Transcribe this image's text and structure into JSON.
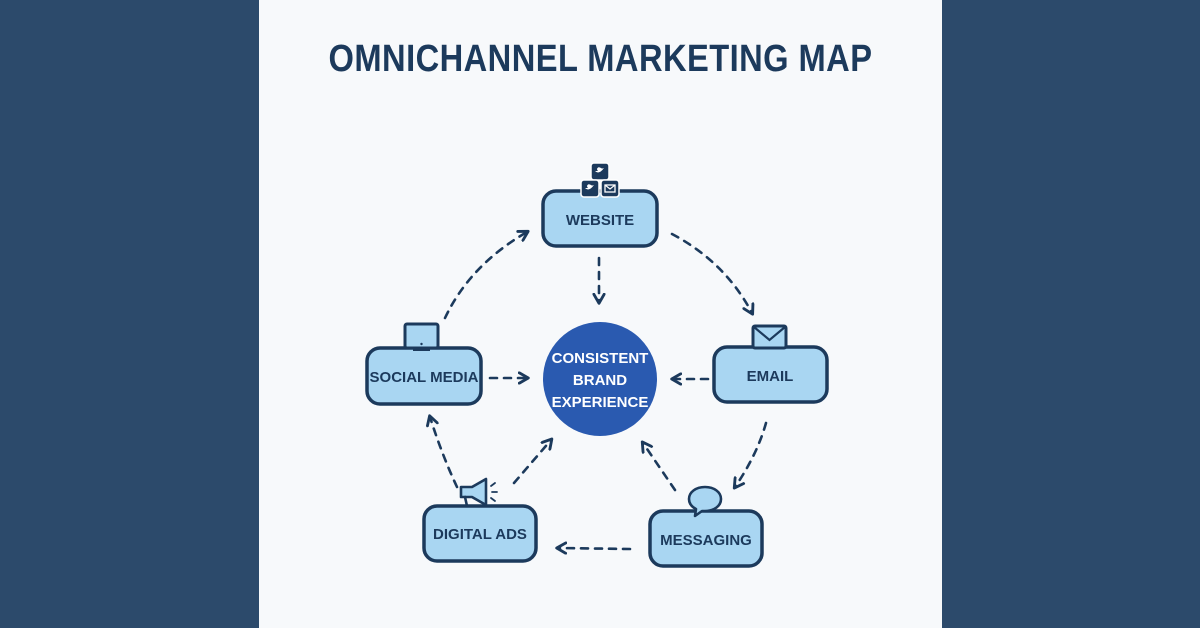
{
  "title": "OMNICHANNEL MARKETING MAP",
  "colors": {
    "background_side": "#2c4a6b",
    "panel": "#f7f9fb",
    "navy": "#1c3a5c",
    "node_fill": "#a9d6f2",
    "center_fill": "#2a5ab0",
    "center_text": "#ffffff"
  },
  "center": {
    "lines": [
      "CONSISTENT",
      "BRAND",
      "EXPERIENCE"
    ]
  },
  "nodes": [
    {
      "id": "website",
      "label": "WEBSITE",
      "icon": "social-icons-cluster"
    },
    {
      "id": "email",
      "label": "EMAIL",
      "icon": "envelope-icon"
    },
    {
      "id": "messaging",
      "label": "MESSAGING",
      "icon": "chat-bubble-icon"
    },
    {
      "id": "digital-ads",
      "label": "DIGITAL ADS",
      "icon": "megaphone-icon"
    },
    {
      "id": "social-media",
      "label": "SOCIAL MEDIA",
      "icon": "monitor-icon"
    }
  ],
  "edges": [
    {
      "from": "website",
      "to": "email",
      "style": "dashed-arrow"
    },
    {
      "from": "email",
      "to": "messaging",
      "style": "dashed-arrow"
    },
    {
      "from": "messaging",
      "to": "digital-ads",
      "style": "dashed-arrow"
    },
    {
      "from": "digital-ads",
      "to": "social-media",
      "style": "dashed-arrow"
    },
    {
      "from": "social-media",
      "to": "website",
      "style": "dashed-arrow"
    },
    {
      "from": "website",
      "to": "center",
      "style": "dashed-arrow"
    },
    {
      "from": "email",
      "to": "center",
      "style": "dashed-arrow"
    },
    {
      "from": "messaging",
      "to": "center",
      "style": "dashed-arrow"
    },
    {
      "from": "digital-ads",
      "to": "center",
      "style": "dashed-arrow"
    },
    {
      "from": "social-media",
      "to": "center",
      "style": "dashed-arrow"
    }
  ]
}
